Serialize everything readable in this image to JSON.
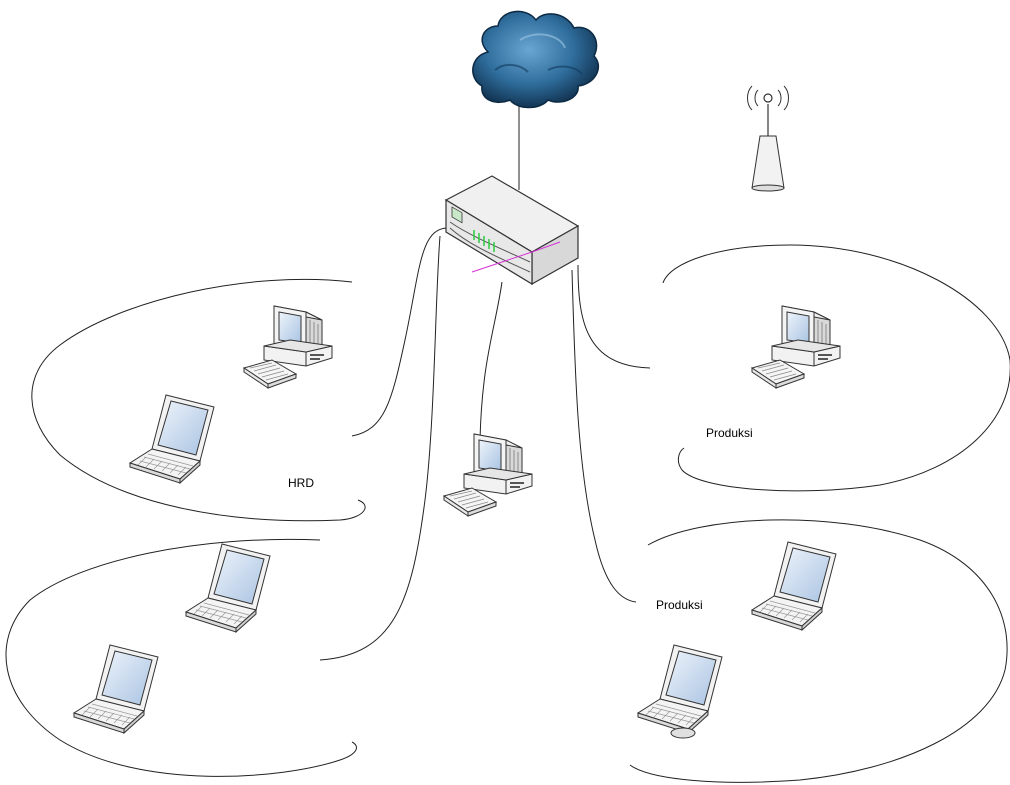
{
  "labels": {
    "hrd": "HRD",
    "produksi_right": "Produksi",
    "produksi_bottom": "Produksi"
  },
  "colors": {
    "cloud_dark": "#0d2a45",
    "cloud_mid": "#2f6d9c",
    "cloud_light": "#7fb3d8",
    "device_body": "#f2f2f2",
    "device_stroke": "#333333",
    "screen": "#c9d9ee",
    "led_green": "#2ecc40",
    "led_magenta": "#d633d6"
  },
  "icons": {
    "cloud": "internet-cloud-icon",
    "router": "router-switch-icon",
    "antenna": "wireless-access-point-icon",
    "desktop": "desktop-computer-icon",
    "laptop": "laptop-icon"
  }
}
